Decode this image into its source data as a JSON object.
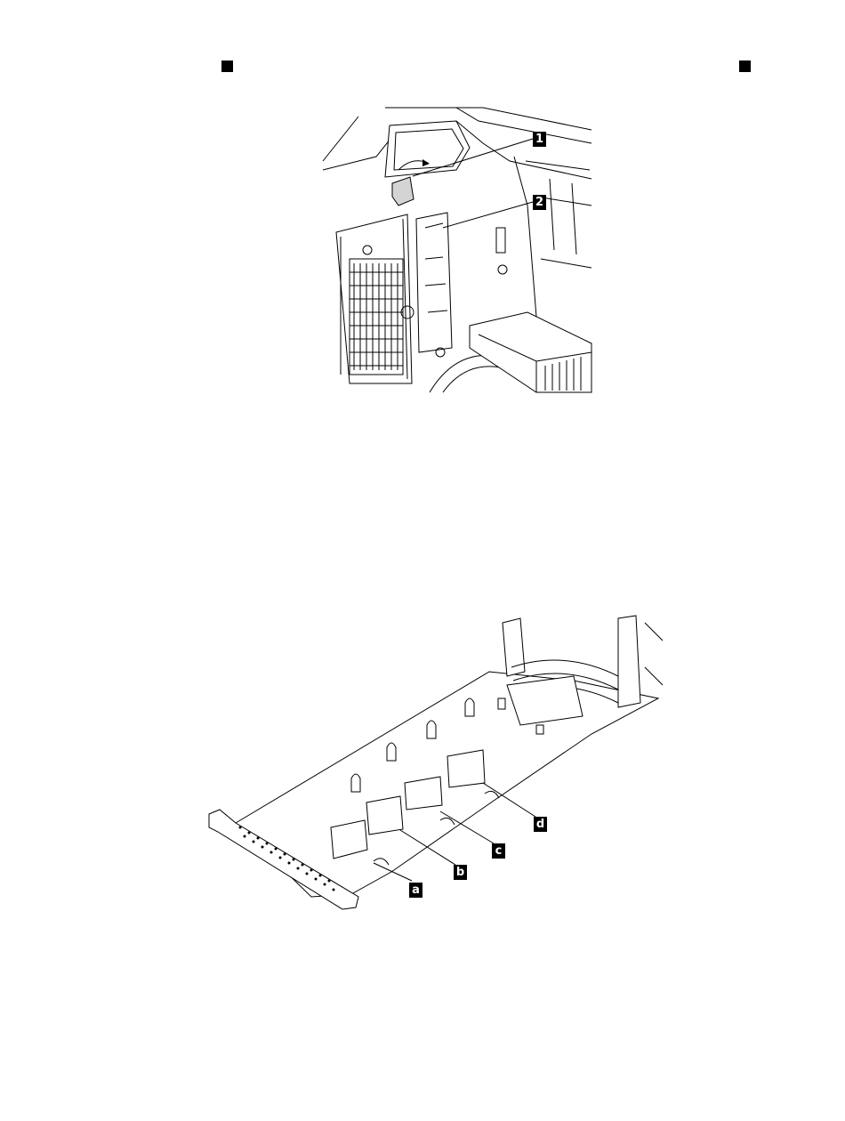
{
  "page_markers": [
    "square-marker",
    "square-marker"
  ],
  "figure1": {
    "callouts": [
      {
        "id": "1",
        "label": "1"
      },
      {
        "id": "2",
        "label": "2"
      }
    ]
  },
  "figure2": {
    "callouts": [
      {
        "id": "a",
        "label": "a"
      },
      {
        "id": "b",
        "label": "b"
      },
      {
        "id": "c",
        "label": "c"
      },
      {
        "id": "d",
        "label": "d"
      }
    ]
  }
}
